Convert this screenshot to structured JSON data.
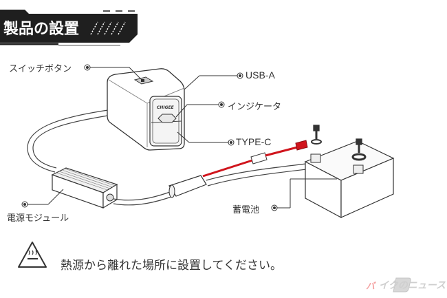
{
  "header": {
    "title": "製品の設置"
  },
  "callouts": {
    "switch_button": "スイッチボタン",
    "usb_a": "USB-A",
    "indicator": "インジケータ",
    "type_c": "TYPE-C",
    "battery": "蓄電池",
    "power_module": "電源モジュール"
  },
  "device": {
    "brand": "CHIGEE"
  },
  "warning": {
    "icon": "hot-surface-warning-icon",
    "text": "熱源から離れた場所に設置してください。"
  },
  "watermark": {
    "icon_text": "バ",
    "text": "イクのニュース"
  },
  "colors": {
    "header_bg": "#1f1f1f",
    "accent_red": "#d0141c",
    "line": "#333333",
    "watermark": "#cfcfcf"
  }
}
